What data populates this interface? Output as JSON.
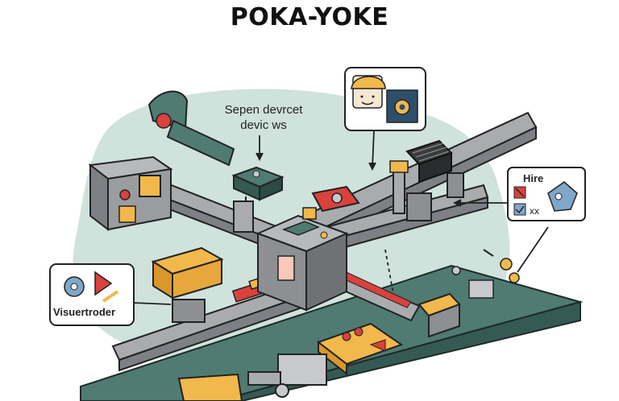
{
  "title": "POKA-YOKE",
  "callouts": {
    "sensor_line1": "Sepen devrcet",
    "sensor_line2": "devic ws",
    "panel_right_title": "Hire",
    "panel_right_tag": "xx",
    "panel_left_label": "Visuertroder"
  },
  "colors": {
    "frame": "#8d8f92",
    "rail": "#a9abae",
    "teal_bg": "#cfe2dc",
    "table": "#4f7b72",
    "accent_yellow": "#f2b84b",
    "accent_red": "#d9423d",
    "accent_blue": "#7fa7c9"
  },
  "icons": [
    "operator-face-icon",
    "gear-icon",
    "play-triangle-icon",
    "wrench-icon",
    "warning-cross-icon",
    "check-mark-icon"
  ]
}
